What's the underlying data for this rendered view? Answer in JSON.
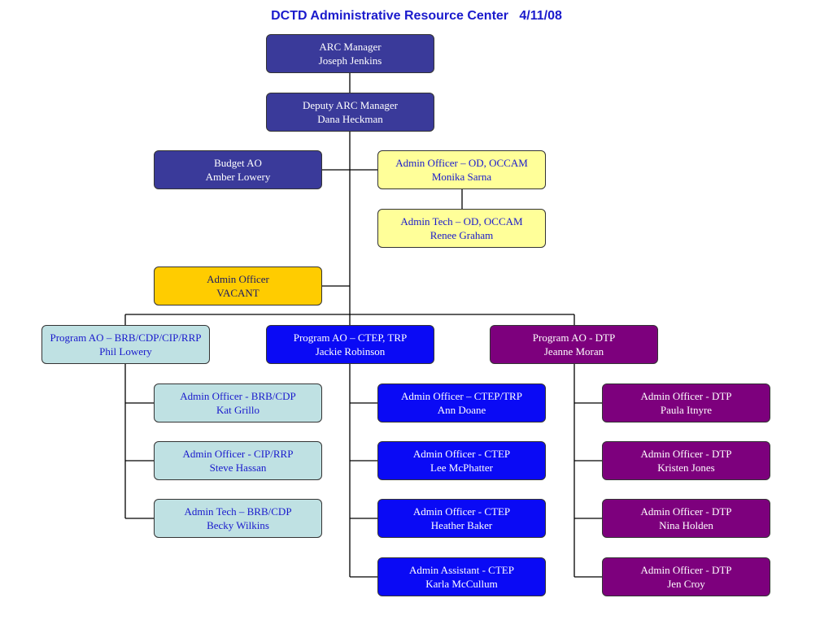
{
  "title": "DCTD Administrative Resource Center   4/11/08",
  "nodes": {
    "arc_manager": {
      "role": "ARC Manager",
      "name": "Joseph Jenkins",
      "color": "#3a3a9a"
    },
    "deputy_arc_manager": {
      "role": "Deputy ARC Manager",
      "name": "Dana Heckman",
      "color": "#3a3a9a"
    },
    "budget_ao": {
      "role": "Budget AO",
      "name": "Amber Lowery",
      "color": "#3a3a9a"
    },
    "admin_officer_od": {
      "role": "Admin Officer – OD, OCCAM",
      "name": "Monika Sarna",
      "color": "#ffff99"
    },
    "admin_tech_od": {
      "role": "Admin Tech – OD, OCCAM",
      "name": "Renee Graham",
      "color": "#ffff99"
    },
    "admin_officer_vacant": {
      "role": "Admin Officer",
      "name": "VACANT",
      "color": "#ffcc00"
    },
    "program_ao_brb": {
      "role": "Program AO – BRB/CDP/CIP/RRP",
      "name": "Phil Lowery",
      "color": "#bfe1e3"
    },
    "program_ao_ctep": {
      "role": "Program AO – CTEP, TRP",
      "name": "Jackie Robinson",
      "color": "#0a0af5"
    },
    "program_ao_dtp": {
      "role": "Program AO - DTP",
      "name": "Jeanne Moran",
      "color": "#7d007d"
    },
    "brb_team": [
      {
        "role": "Admin Officer - BRB/CDP",
        "name": "Kat Grillo"
      },
      {
        "role": "Admin Officer - CIP/RRP",
        "name": "Steve Hassan"
      },
      {
        "role": "Admin Tech – BRB/CDP",
        "name": "Becky Wilkins"
      }
    ],
    "ctep_team": [
      {
        "role": "Admin Officer – CTEP/TRP",
        "name": "Ann Doane"
      },
      {
        "role": "Admin Officer - CTEP",
        "name": "Lee McPhatter"
      },
      {
        "role": "Admin Officer - CTEP",
        "name": "Heather Baker"
      },
      {
        "role": "Admin Assistant - CTEP",
        "name": "Karla McCullum"
      }
    ],
    "dtp_team": [
      {
        "role": "Admin Officer - DTP",
        "name": "Paula Itnyre"
      },
      {
        "role": "Admin Officer - DTP",
        "name": "Kristen Jones"
      },
      {
        "role": "Admin Officer - DTP",
        "name": "Nina Holden"
      },
      {
        "role": "Admin Officer - DTP",
        "name": "Jen Croy"
      }
    ]
  }
}
